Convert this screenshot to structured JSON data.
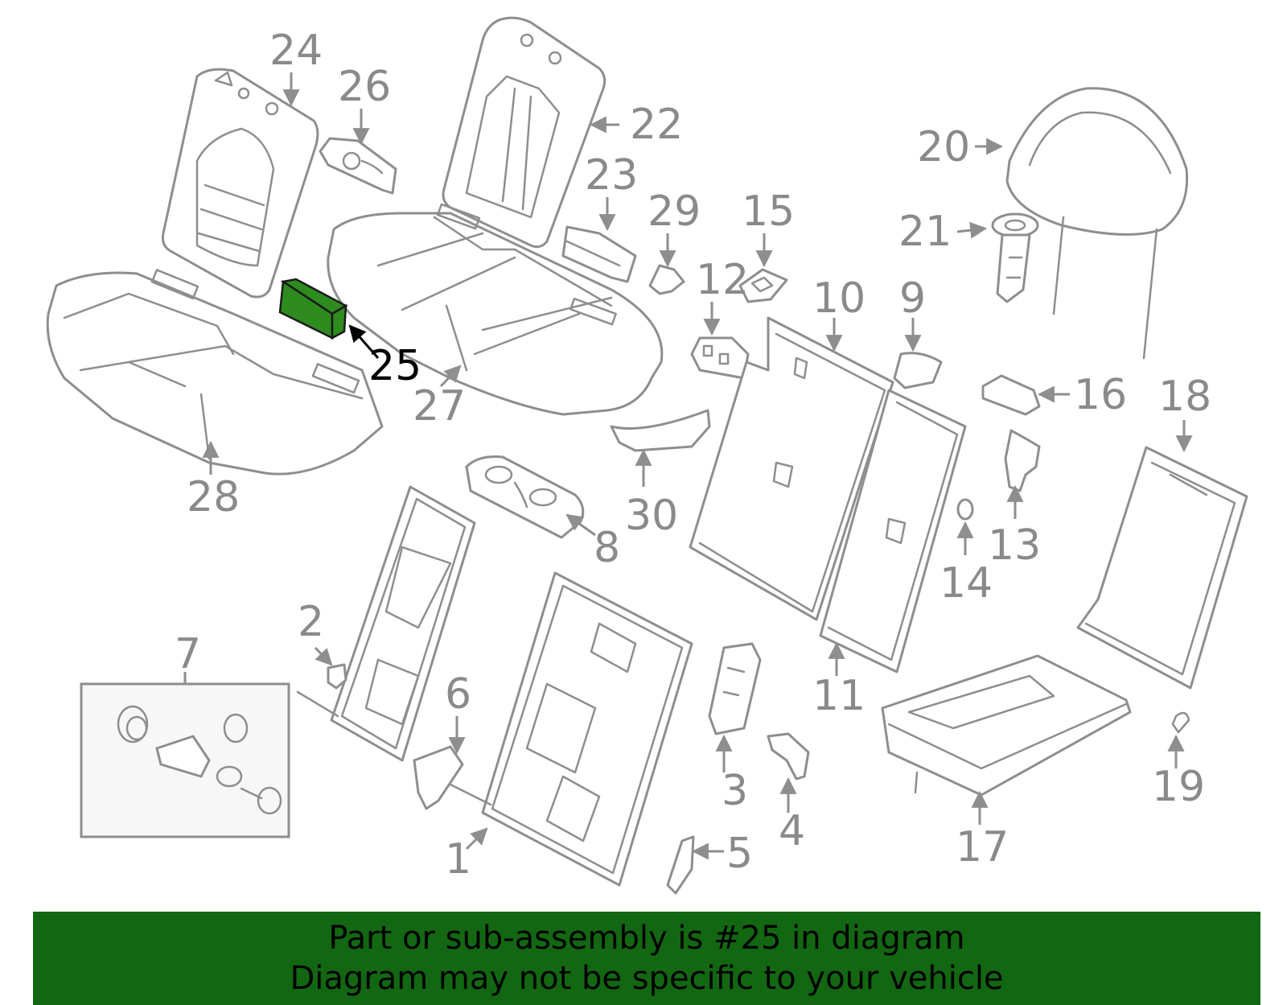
{
  "diagram": {
    "highlight_color": "#2e8b1e",
    "callouts": [
      "1",
      "2",
      "3",
      "4",
      "5",
      "6",
      "7",
      "8",
      "9",
      "10",
      "11",
      "12",
      "13",
      "14",
      "15",
      "16",
      "17",
      "18",
      "19",
      "20",
      "21",
      "22",
      "23",
      "24",
      "25",
      "26",
      "27",
      "28",
      "29",
      "30"
    ],
    "highlighted_callout": "25"
  },
  "banner": {
    "background": "#136712",
    "line1": "Part or sub-assembly is #25 in diagram",
    "line2": "Diagram may not be specific to your vehicle"
  }
}
